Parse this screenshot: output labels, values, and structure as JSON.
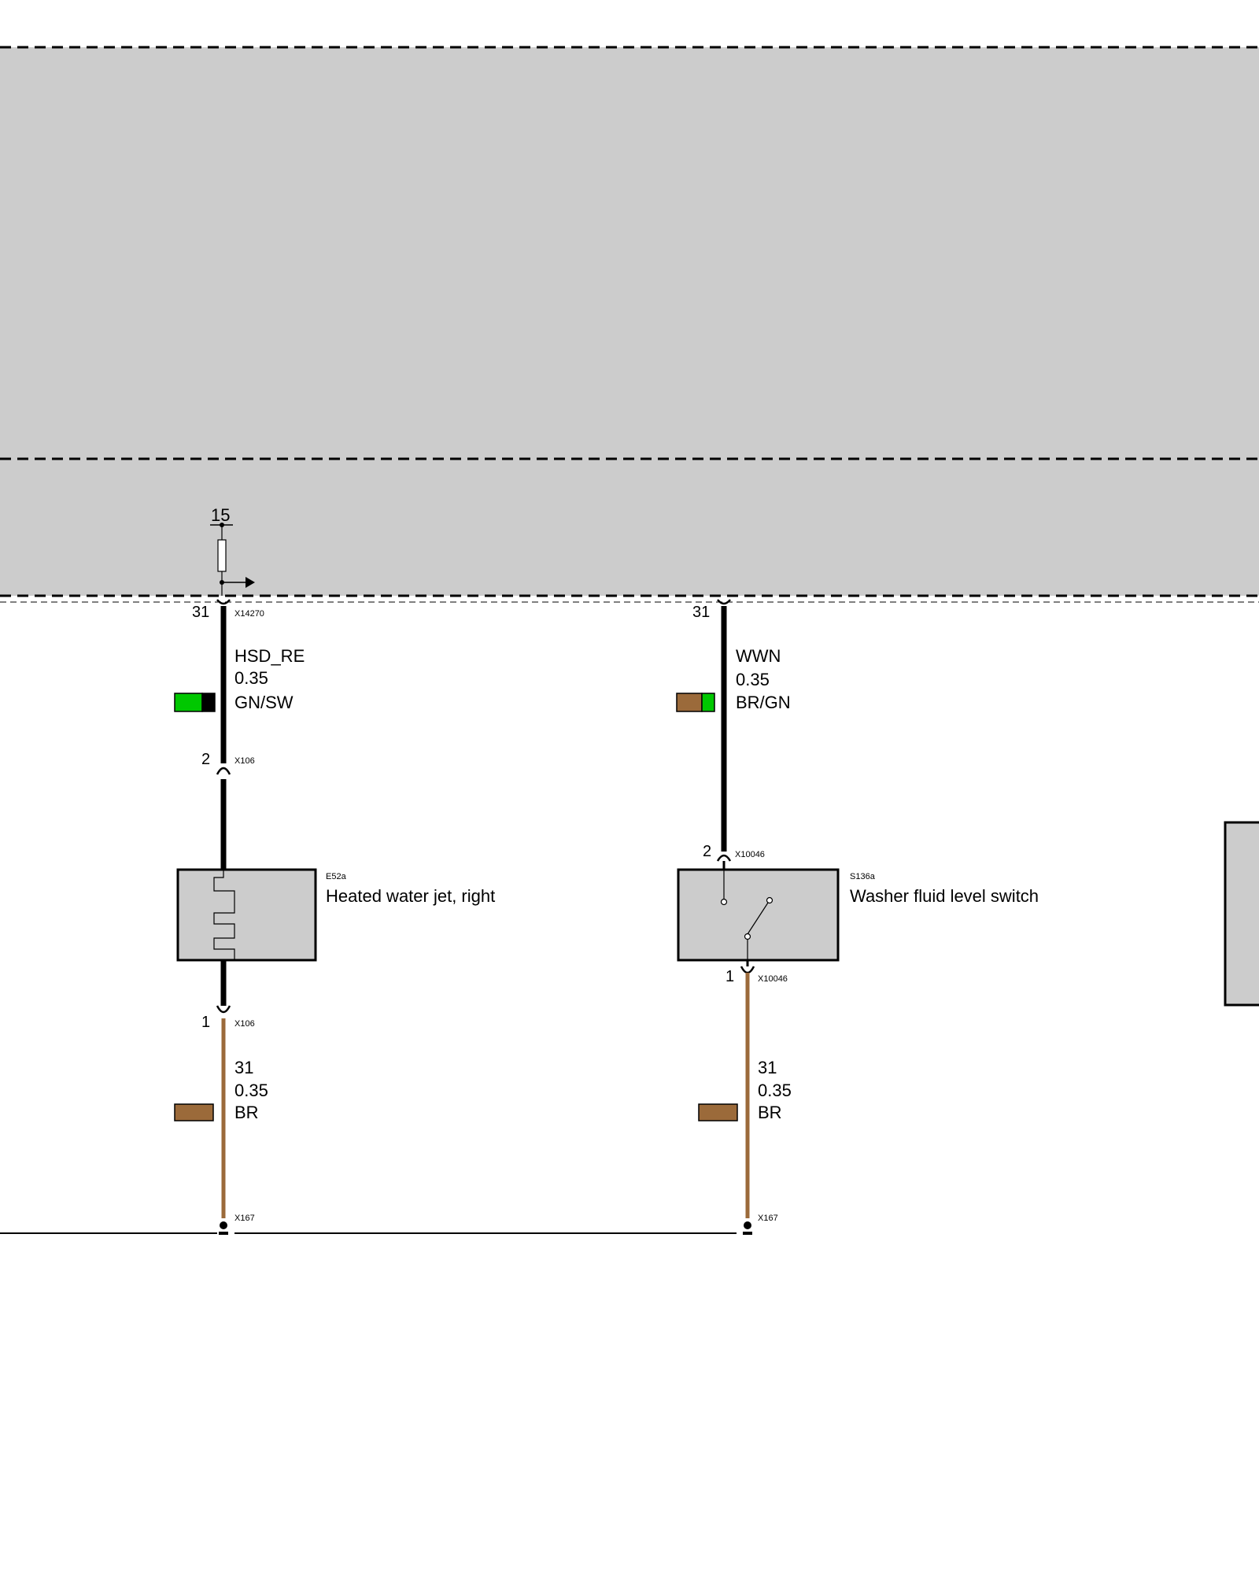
{
  "colors": {
    "background": "#ffffff",
    "module_fill": "#cccccc",
    "wire_black": "#000000",
    "wire_brown": "#9b6a3a",
    "green": "#00c800"
  },
  "supply": {
    "terminal": "15"
  },
  "circuits": [
    {
      "id": "left",
      "top_pin": "31",
      "top_connector": "X14270",
      "signal": "HSD_RE",
      "gauge": "0.35",
      "color_code": "GN/SW",
      "mid_pin": "2",
      "mid_connector": "X106",
      "component_code": "E52a",
      "component_name": "Heated water jet, right",
      "bottom_pin": "1",
      "bottom_connector": "X106",
      "ground_signal": "31",
      "ground_gauge": "0.35",
      "ground_color": "BR",
      "ground_connector": "X167"
    },
    {
      "id": "right",
      "top_pin": "31",
      "signal": "WWN",
      "gauge": "0.35",
      "color_code": "BR/GN",
      "mid_pin": "2",
      "mid_connector": "X10046",
      "component_code": "S136a",
      "component_name": "Washer fluid level switch",
      "bottom_pin": "1",
      "bottom_connector": "X10046",
      "ground_signal": "31",
      "ground_gauge": "0.35",
      "ground_color": "BR",
      "ground_connector": "X167"
    }
  ]
}
